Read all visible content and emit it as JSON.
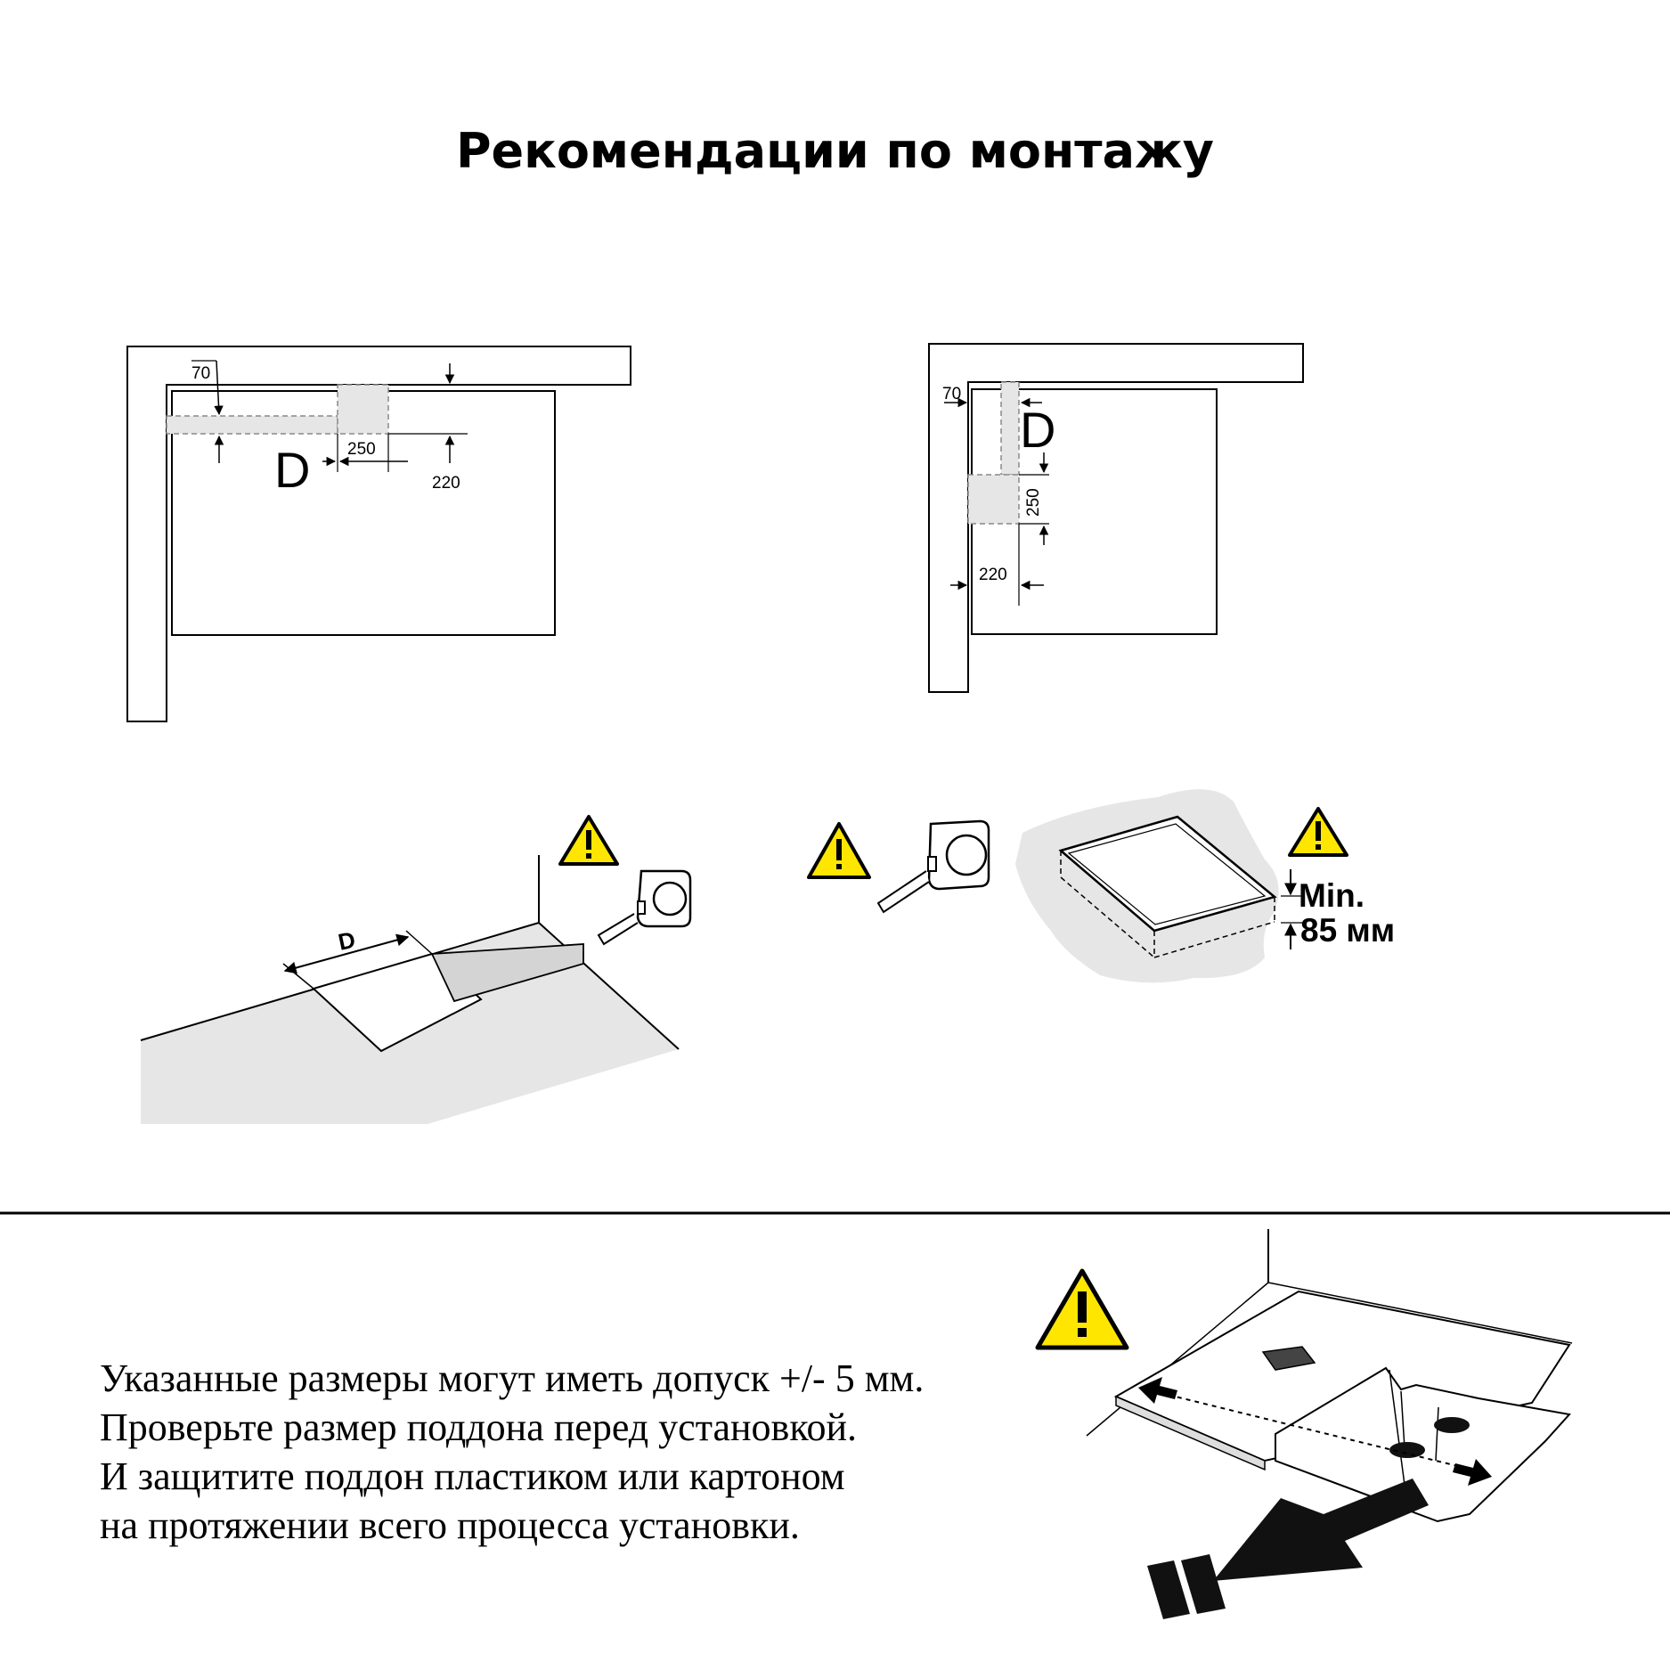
{
  "title": "Рекомендации по монтажу",
  "plan_left": {
    "labels": {
      "offset_wall": "70",
      "drain_width": "250",
      "drain_depth": "220",
      "distance": "D"
    }
  },
  "plan_right": {
    "labels": {
      "offset_wall": "70",
      "drain_width": "250",
      "drain_depth": "220",
      "distance": "D"
    }
  },
  "floor_recess": {
    "distance_label": "D"
  },
  "niche_depth": {
    "label_line1": "Min.",
    "label_line2": "85 мм"
  },
  "notes": [
    "Указанные размеры могут иметь допуск +/- 5 мм.",
    "Проверьте размер поддона перед установкой.",
    "И защитите поддон пластиком или картоном",
    "на протяжении всего процесса установки."
  ]
}
